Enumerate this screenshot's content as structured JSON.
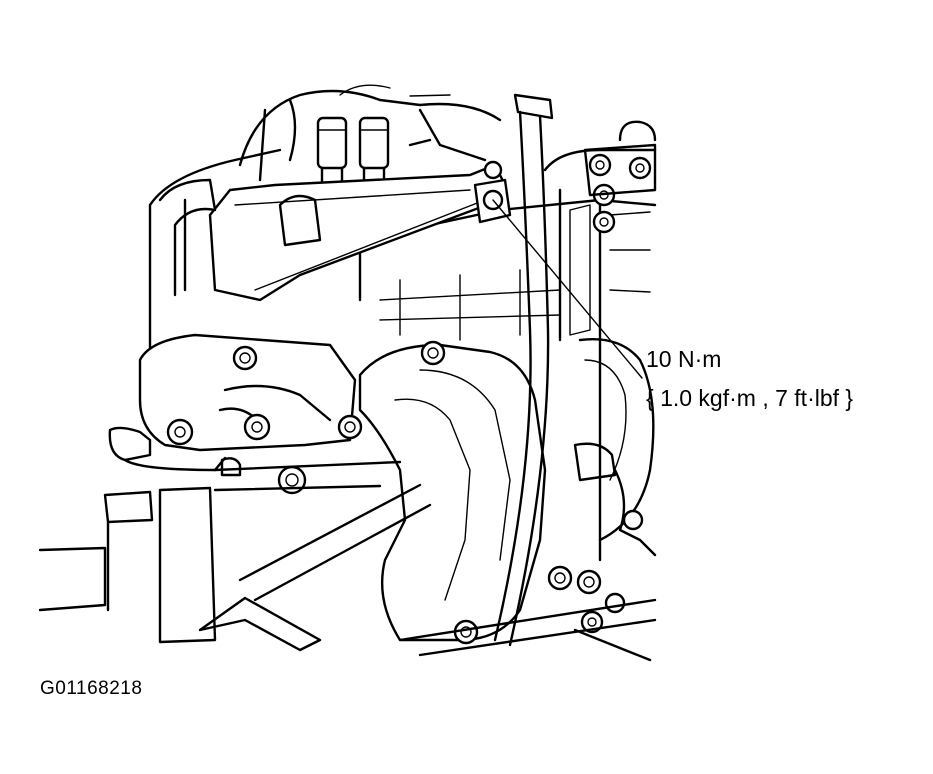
{
  "diagram": {
    "callout": {
      "torque_nm": "10 N·m",
      "torque_imperial": "{ 1.0 kgf·m , 7 ft·lbf }"
    },
    "figure_id": "G01168218"
  }
}
